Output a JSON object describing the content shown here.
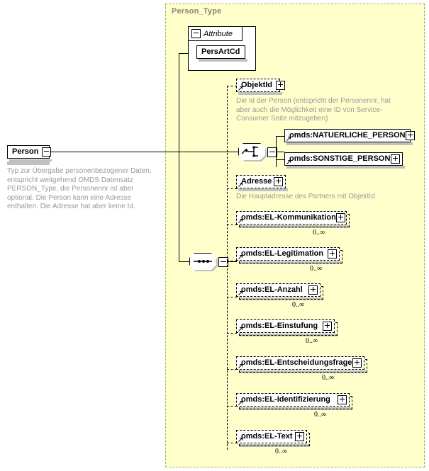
{
  "diagram": {
    "kind": "xsd-schema-diagram",
    "root": {
      "name": "Person",
      "toggle": "minus",
      "annotation": "Typ zur Übergabe personenbezogener Daten, entspricht weitgehend OMDS Datensatz PERSON_Type, die Personennr ist aber optional. Die Person kann eine Adresse enthalten. Die Adresse hat aber keine Id."
    },
    "type_container": {
      "title": "Person_Type",
      "background_color": "#ffffcc",
      "border_color": "#aaaa55"
    },
    "attribute_group": {
      "label": "Attribute",
      "toggle": "minus",
      "attributes": [
        {
          "name": "PersArtCd"
        }
      ]
    },
    "compositors": {
      "choice": {
        "type": "choice",
        "toggle": "minus"
      },
      "sequence": {
        "type": "sequence",
        "toggle": "minus"
      }
    },
    "elements": [
      {
        "name": "ObjektId",
        "toggle": "plus",
        "style": "dashed",
        "optional": true,
        "repeating": false,
        "cardinality": "",
        "annotation": "Die Id der Person (entspricht der Personennr, hat aber auch die Möglichkeit eine ID von Service-Consumer Seite mitzugeben)"
      },
      {
        "name": "omds:NATUERLICHE_PERSON",
        "toggle": "plus",
        "style": "solid",
        "optional": false,
        "repeating": false,
        "cardinality": "",
        "annotation": ""
      },
      {
        "name": "omds:SONSTIGE_PERSON",
        "toggle": "plus",
        "style": "solid",
        "optional": false,
        "repeating": false,
        "cardinality": "",
        "annotation": ""
      },
      {
        "name": "Adresse",
        "toggle": "plus",
        "style": "dashed",
        "optional": true,
        "repeating": false,
        "cardinality": "",
        "annotation": "Die Hauptadresse des Partners mit ObjektId"
      },
      {
        "name": "omds:EL-Kommunikation",
        "toggle": "plus",
        "style": "dashed",
        "optional": true,
        "repeating": true,
        "cardinality": "0..∞",
        "annotation": ""
      },
      {
        "name": "omds:EL-Legitimation",
        "toggle": "plus",
        "style": "dashed",
        "optional": true,
        "repeating": true,
        "cardinality": "0..∞",
        "annotation": ""
      },
      {
        "name": "omds:EL-Anzahl",
        "toggle": "plus",
        "style": "dashed",
        "optional": true,
        "repeating": true,
        "cardinality": "0..∞",
        "annotation": ""
      },
      {
        "name": "omds:EL-Einstufung",
        "toggle": "plus",
        "style": "dashed",
        "optional": true,
        "repeating": true,
        "cardinality": "0..∞",
        "annotation": ""
      },
      {
        "name": "omds:EL-Entscheidungsfrage",
        "toggle": "plus",
        "style": "dashed",
        "optional": true,
        "repeating": true,
        "cardinality": "0..∞",
        "annotation": ""
      },
      {
        "name": "omds:EL-Identifizierung",
        "toggle": "plus",
        "style": "dashed",
        "optional": true,
        "repeating": true,
        "cardinality": "0..∞",
        "annotation": ""
      },
      {
        "name": "omds:EL-Text",
        "toggle": "plus",
        "style": "dashed",
        "optional": true,
        "repeating": true,
        "cardinality": "0..∞",
        "annotation": ""
      }
    ]
  }
}
